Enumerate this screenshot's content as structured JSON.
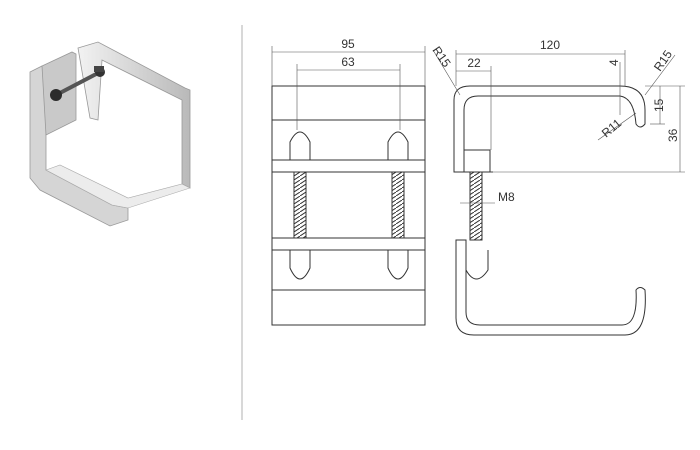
{
  "drawing": {
    "front_view": {
      "width_label": "95",
      "bolt_spacing_label": "63"
    },
    "side_view": {
      "length_label": "120",
      "leg_offset_label": "22",
      "radius_left_label": "R15",
      "radius_right_label": "R15",
      "inner_radius_label": "R11",
      "gap_label": "4",
      "hook_height_label": "15",
      "total_height_label": "36",
      "bolt_label": "M8"
    }
  },
  "colors": {
    "line": "#333333",
    "divider": "#cccccc",
    "metal": "#d8d8d8"
  }
}
